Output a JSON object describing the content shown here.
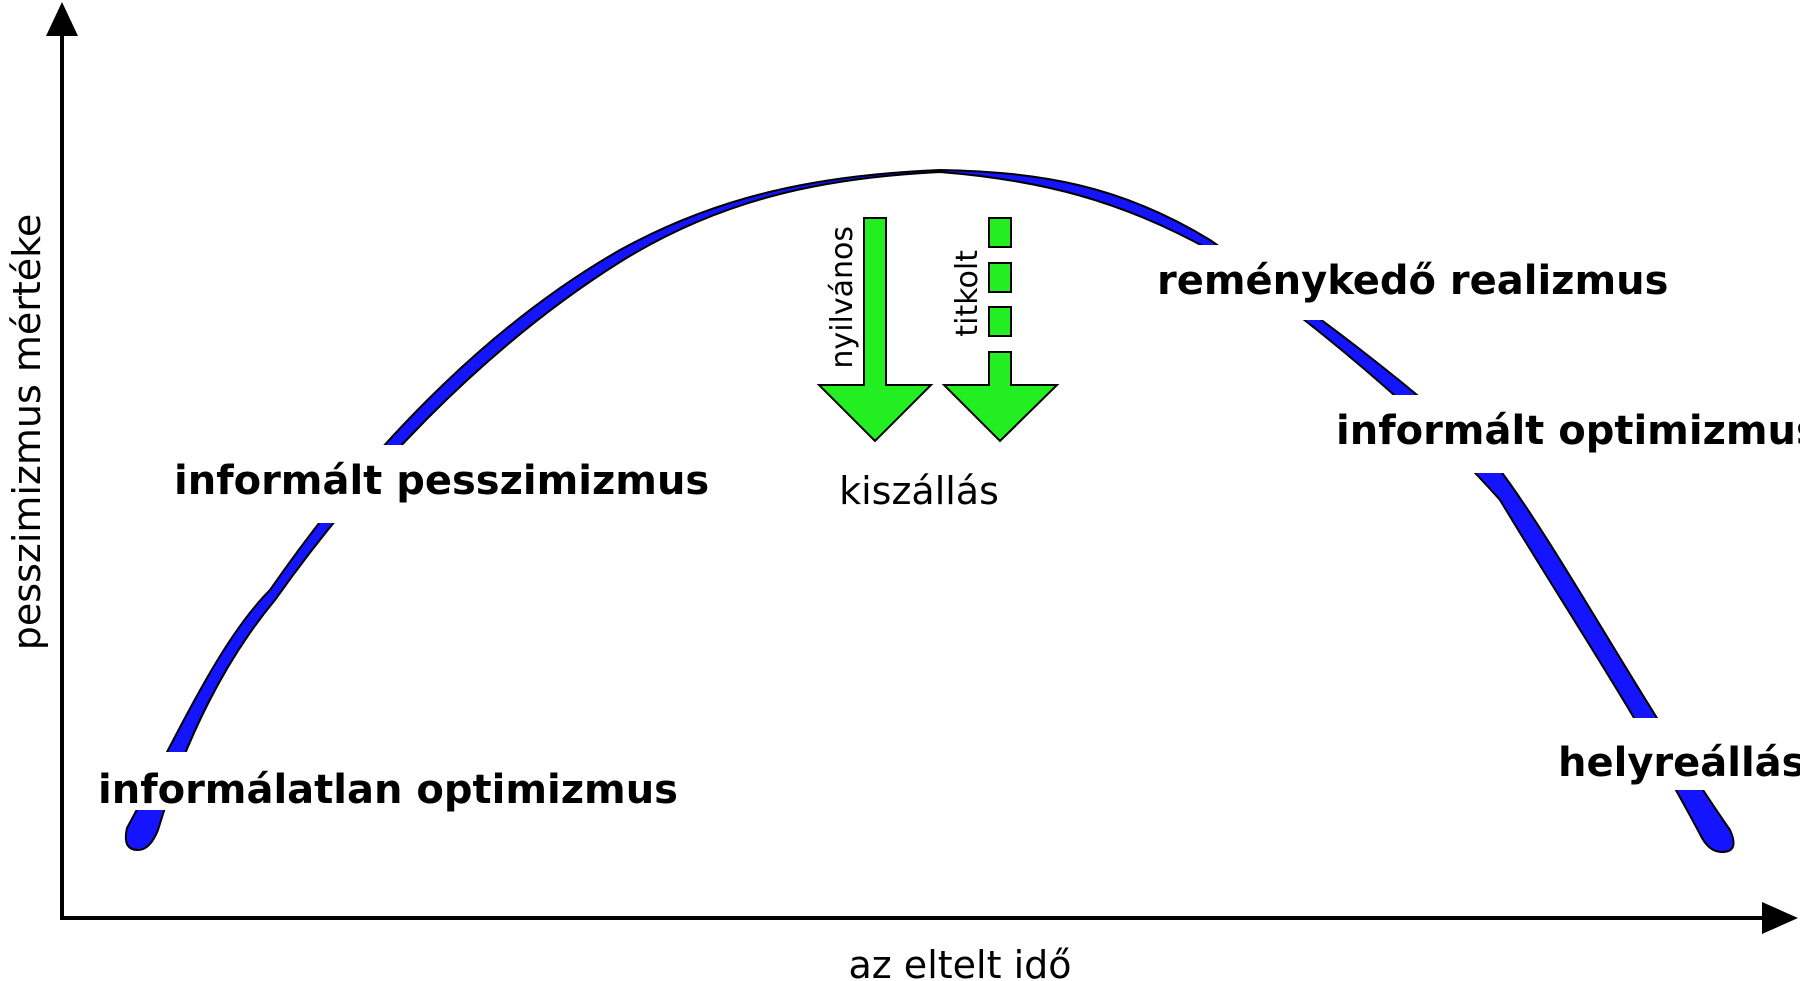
{
  "axes": {
    "y_label": "pesszimizmus mértéke",
    "x_label": "az eltelt idő"
  },
  "stages": [
    {
      "label": "informálatlan optimizmus"
    },
    {
      "label": "informált pesszimizmus"
    },
    {
      "label": "reménykedő realizmus"
    },
    {
      "label": "informált optimizmus"
    },
    {
      "label": "helyreállás"
    }
  ],
  "exit": {
    "label": "kiszállás",
    "public_label": "nyilvános",
    "hidden_label": "titkolt"
  },
  "colors": {
    "curve": "#1414ff",
    "arrow": "#22ee22",
    "outline": "#000000"
  }
}
